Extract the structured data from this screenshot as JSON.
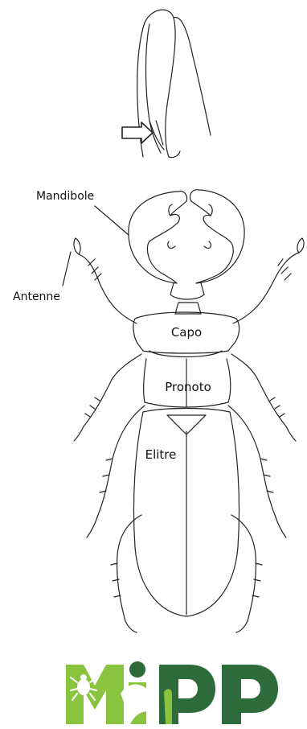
{
  "labels": {
    "mandibole": "Mandibole",
    "antenne": "Antenne",
    "capo": "Capo",
    "pronoto": "Pronoto",
    "elitre": "Elitre"
  },
  "logo": {
    "text": "MIPP",
    "colors": {
      "light_green": "#8ac43f",
      "dark_green": "#2e6b3a"
    }
  },
  "colors": {
    "line": "#222222",
    "background": "#ffffff"
  }
}
